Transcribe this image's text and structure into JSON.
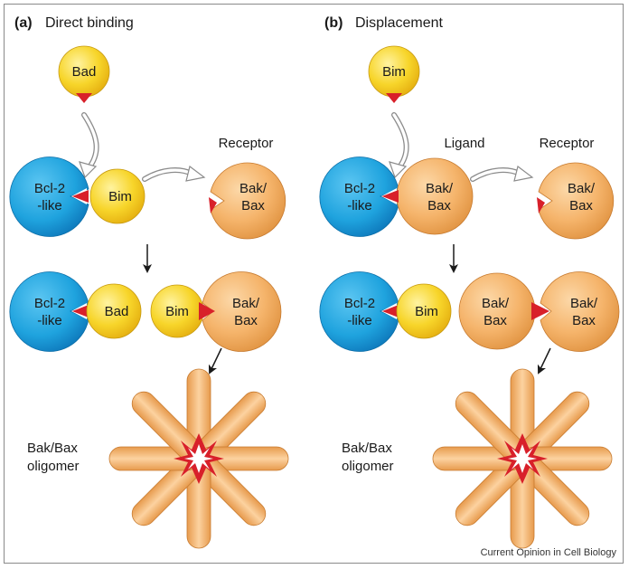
{
  "panels": {
    "a": {
      "letter": "(a)",
      "title": "Direct binding",
      "incoming": "Bad",
      "top_left_big": [
        "Bcl-2",
        "-like"
      ],
      "top_left_small": "Bim",
      "receptor_label": "Receptor",
      "receptor_text": [
        "Bak/",
        "Bax"
      ],
      "mid_left_big": [
        "Bcl-2",
        "-like"
      ],
      "mid_left_small": "Bad",
      "mid_ligand": "Bim",
      "mid_receptor": [
        "Bak/",
        "Bax"
      ],
      "oligomer_label": [
        "Bak/Bax",
        "oligomer"
      ]
    },
    "b": {
      "letter": "(b)",
      "title": "Displacement",
      "incoming": "Bim",
      "ligand_label": "Ligand",
      "top_left_big": [
        "Bcl-2",
        "-like"
      ],
      "top_left_small": [
        "Bak/",
        "Bax"
      ],
      "receptor_label": "Receptor",
      "receptor_text": [
        "Bak/",
        "Bax"
      ],
      "mid_left_big": [
        "Bcl-2",
        "-like"
      ],
      "mid_left_small": "Bim",
      "mid_ligand": [
        "Bak/",
        "Bax"
      ],
      "mid_receptor": [
        "Bak/",
        "Bax"
      ],
      "oligomer_label": [
        "Bak/Bax",
        "oligomer"
      ]
    }
  },
  "credit": "Current Opinion in Cell Biology",
  "colors": {
    "blue": "#1fa3de",
    "yellow": "#f5d21e",
    "orange": "#f5b46b",
    "red": "#d8202a",
    "arrow_outline": "#8c8c8c",
    "arrow_solid": "#1a1a1a"
  }
}
